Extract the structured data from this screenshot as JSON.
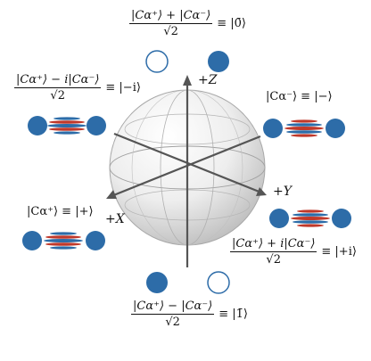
{
  "axes": {
    "z": "+Z",
    "y": "+Y",
    "x": "+X"
  },
  "states": {
    "top": {
      "numerator": "|Cα⁺⟩ + |Cα⁻⟩",
      "denominator": "√2",
      "ket": "≡ |0̄⟩"
    },
    "upper_left": {
      "numerator": "|Cα⁺⟩ − i|Cα⁻⟩",
      "denominator": "√2",
      "ket": "≡ |−i⟩"
    },
    "upper_right": {
      "text": "|Cα⁻⟩ ≡ |−⟩"
    },
    "left": {
      "text": "|Cα⁺⟩ ≡ |+⟩"
    },
    "lower_right": {
      "numerator": "|Cα⁺⟩ + i|Cα⁻⟩",
      "denominator": "√2",
      "ket": "≡ |+i⟩"
    },
    "bottom": {
      "numerator": "|Cα⁺⟩ − |Cα⁻⟩",
      "denominator": "√2",
      "ket": "≡ |1̄⟩"
    }
  },
  "colors": {
    "blob": "#2d6ca8",
    "red_fringe": "#c0392b",
    "blue_fringe": "#2d6ca8",
    "sphere_line": "#9a9a9a",
    "axis": "#555555"
  }
}
